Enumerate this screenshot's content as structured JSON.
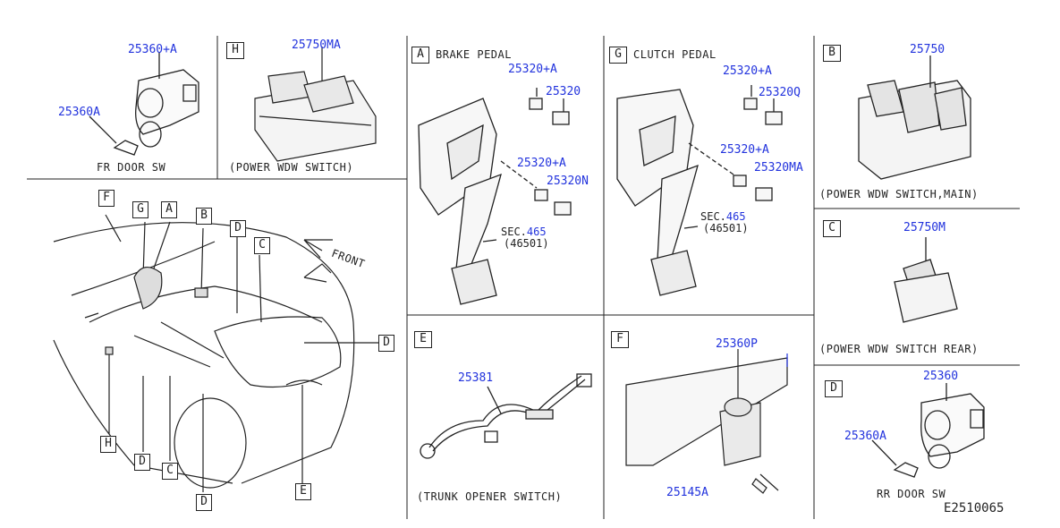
{
  "panels": {
    "fr_door": {
      "part_top": "25360+A",
      "part_left": "25360A",
      "caption": "FR DOOR SW"
    },
    "h": {
      "letter": "H",
      "part": "25750MA",
      "caption": "(POWER WDW SWITCH)"
    },
    "a": {
      "letter": "A",
      "title": "BRAKE PEDAL",
      "p1": "25320+A",
      "p2": "25320",
      "p3": "25320+A",
      "p4": "25320N",
      "sec_prefix": "SEC.",
      "sec_num": "465",
      "sec_sub": "(46501)"
    },
    "g": {
      "letter": "G",
      "title": "CLUTCH PEDAL",
      "p1": "25320+A",
      "p2": "25320Q",
      "p3": "25320+A",
      "p4": "25320MA",
      "sec_prefix": "SEC.",
      "sec_num": "465",
      "sec_sub": "(46501)"
    },
    "b": {
      "letter": "B",
      "part": "25750",
      "caption": "(POWER WDW SWITCH,MAIN)"
    },
    "c": {
      "letter": "C",
      "part": "25750M",
      "caption": "(POWER WDW SWITCH REAR)"
    },
    "e": {
      "letter": "E",
      "part": "25381",
      "caption": "(TRUNK OPENER SWITCH)"
    },
    "f": {
      "letter": "F",
      "p1": "25360P",
      "p2": "25145A"
    },
    "d": {
      "letter": "D",
      "part_top": "25360",
      "part_left": "25360A",
      "caption": "RR DOOR SW"
    }
  },
  "car": {
    "front": "FRONT",
    "labels": [
      "F",
      "G",
      "A",
      "B",
      "D",
      "C",
      "D",
      "H",
      "D",
      "C",
      "D",
      "E"
    ]
  },
  "diagram_code": "E2510065"
}
